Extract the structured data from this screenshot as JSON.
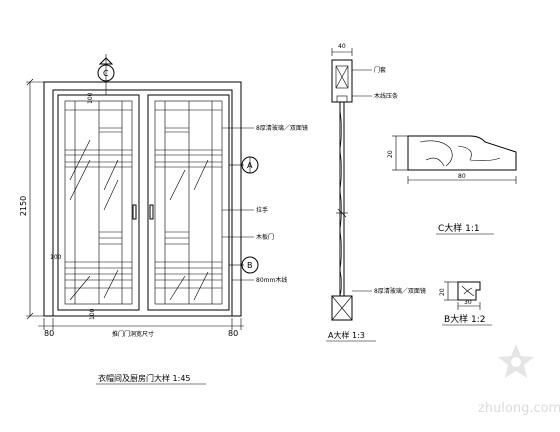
{
  "door_elevation": {
    "title": "衣帽间及厨房门大样  1:45",
    "dim_height": "2150",
    "dim_left": "80",
    "dim_right": "80",
    "dim_top_frame": "100",
    "dim_mid": "100",
    "dim_bottom": "100",
    "center_label": "推门门洞宽尺寸",
    "callout_top": "C",
    "callout_mid": "A",
    "callout_bottom": "B",
    "label_glass": "8厚清玻璃／双面镜",
    "label_handle": "拉手",
    "label_panel": "木板门",
    "label_line": "80mm木线"
  },
  "section_a": {
    "dim_width": "40",
    "label_frame": "门套",
    "label_strip": "木线压条",
    "label_glass": "8厚清玻璃／双面镜",
    "title": "A大样  1:3"
  },
  "detail_c": {
    "dim_height": "20",
    "dim_width": "80",
    "title": "C大样  1:1"
  },
  "detail_b": {
    "dim_height": "20",
    "dim_width": "30",
    "title": "B大样  1:2"
  },
  "watermark": {
    "text": "zhulong.com"
  }
}
